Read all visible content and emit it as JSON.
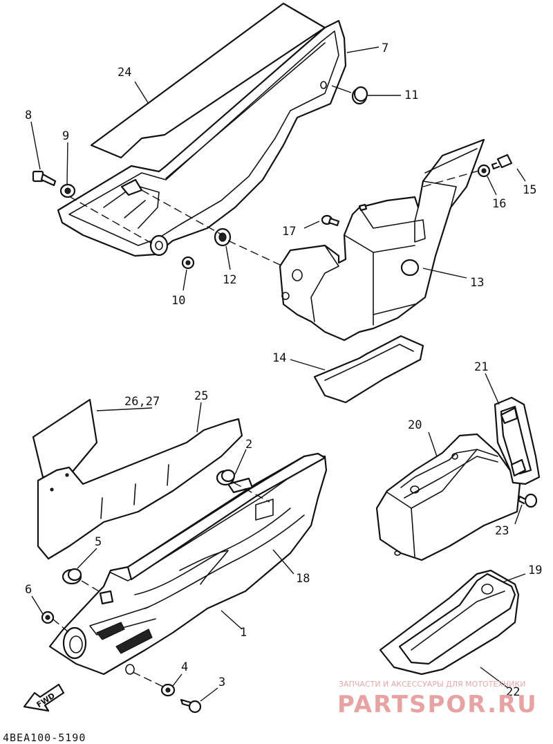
{
  "callouts": [
    {
      "id": "c1",
      "text": "1"
    },
    {
      "id": "c2",
      "text": "2"
    },
    {
      "id": "c3",
      "text": "3"
    },
    {
      "id": "c4",
      "text": "4"
    },
    {
      "id": "c5",
      "text": "5"
    },
    {
      "id": "c6",
      "text": "6"
    },
    {
      "id": "c7",
      "text": "7"
    },
    {
      "id": "c8",
      "text": "8"
    },
    {
      "id": "c9",
      "text": "9"
    },
    {
      "id": "c10",
      "text": "10"
    },
    {
      "id": "c11",
      "text": "11"
    },
    {
      "id": "c12",
      "text": "12"
    },
    {
      "id": "c13",
      "text": "13"
    },
    {
      "id": "c14",
      "text": "14"
    },
    {
      "id": "c15",
      "text": "15"
    },
    {
      "id": "c16",
      "text": "16"
    },
    {
      "id": "c17",
      "text": "17"
    },
    {
      "id": "c18",
      "text": "18"
    },
    {
      "id": "c19",
      "text": "19"
    },
    {
      "id": "c20",
      "text": "20"
    },
    {
      "id": "c21",
      "text": "21"
    },
    {
      "id": "c22",
      "text": "22"
    },
    {
      "id": "c23",
      "text": "23"
    },
    {
      "id": "c24",
      "text": "24"
    },
    {
      "id": "c25",
      "text": "25"
    },
    {
      "id": "c2627",
      "text": "26,27"
    }
  ],
  "diagram_code": "4BEA100-5190",
  "fwd_label": "FWD",
  "watermark": {
    "tagline": "ЗАПЧАСТИ И АКСЕССУАРЫ ДЛЯ МОТОТЕХНИКИ",
    "brand": "PARTSPOR.RU",
    "color": "#e7a3a3"
  }
}
